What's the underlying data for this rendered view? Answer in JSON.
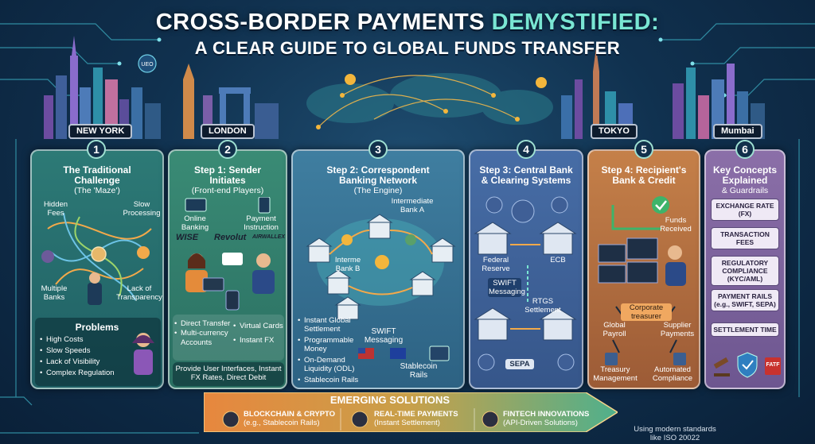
{
  "title": {
    "line1_a": "CROSS-BORDER PAYMENTS ",
    "line1_b": "DEMYSTIFIED:",
    "line2": "A CLEAR GUIDE TO GLOBAL FUNDS TRANSFER"
  },
  "cities": [
    "NEW YORK",
    "LONDON",
    "TOKYO",
    "Mumbai"
  ],
  "panels": [
    {
      "num": "1",
      "title": "The Traditional Challenge",
      "sub": "(The 'Maze')",
      "labels": [
        "Hidden Fees",
        "Slow Processing",
        "Multiple Banks",
        "Lack of Transparency"
      ],
      "problems_title": "Problems",
      "problems": [
        "High Costs",
        "Slow Speeds",
        "Lack of Visibility",
        "Complex Regulation"
      ]
    },
    {
      "num": "2",
      "title": "Step 1: Sender Initiates",
      "sub": "(Front-end Players)",
      "labels": [
        "Online Banking",
        "Payment Instruction"
      ],
      "brands": [
        "WISE",
        "Revolut",
        "AIRWALLEX"
      ],
      "features_left": [
        "Direct Transfer",
        "Multi-currency Accounts"
      ],
      "features_right": [
        "Virtual Cards",
        "Instant FX"
      ],
      "footer": "Provide User Interfaces, Instant FX Rates, Direct Debit"
    },
    {
      "num": "3",
      "title": "Step 2: Correspondent Banking Network",
      "sub": "(The Engine)",
      "labels": [
        "Intermediate Bank A",
        "Interme Bank B",
        "SWIFT Messaging",
        "Stablecoin Rails"
      ],
      "features": [
        "Instant Global Settlement",
        "Programmable Money",
        "On-Demand Liquidity (ODL)",
        "Stablecoin Rails"
      ]
    },
    {
      "num": "4",
      "title": "Step 3: Central Bank & Clearing Systems",
      "labels": [
        "Federal Reserve",
        "ECB",
        "SWIFT Messaging",
        "RTGS Settlement",
        "SEPA"
      ]
    },
    {
      "num": "5",
      "title": "Step 4: Recipient's Bank & Credit",
      "labels": [
        "Funds Received",
        "Corporate treasurer",
        "Global Payroll",
        "Supplier Payments",
        "Treasury Management",
        "Automated Compliance"
      ]
    },
    {
      "num": "6",
      "title": "Key Concepts Explained",
      "sub": "& Guardrails",
      "concepts": [
        "EXCHANGE RATE (FX)",
        "TRANSACTION FEES",
        "REGULATORY COMPLIANCE (KYC/AML)",
        "PAYMENT RAILS (e.g., SWIFT, SEPA)",
        "SETTLEMENT TIME"
      ],
      "badge": "FATF"
    }
  ],
  "emerging": {
    "title": "EMERGING SOLUTIONS",
    "items": [
      {
        "label": "BLOCKCHAIN & CRYPTO",
        "sub": "(e.g., Stablecoin Rails)"
      },
      {
        "label": "REAL-TIME PAYMENTS",
        "sub": "(Instant Settlement)"
      },
      {
        "label": "FINTECH INNOVATIONS",
        "sub": "(API-Driven Solutions)"
      }
    ]
  },
  "footer_note": "Using modern standards like ISO 20022",
  "icon_labels": {
    "ueo": "UEO"
  },
  "colors": {
    "accent": "#79e6d3",
    "panel1": "#2d7a76",
    "panel2": "#3a8b75",
    "panel3": "#3f7ea0",
    "panel4": "#476da6",
    "panel5": "#c58049",
    "panel6": "#8b6fa8"
  }
}
